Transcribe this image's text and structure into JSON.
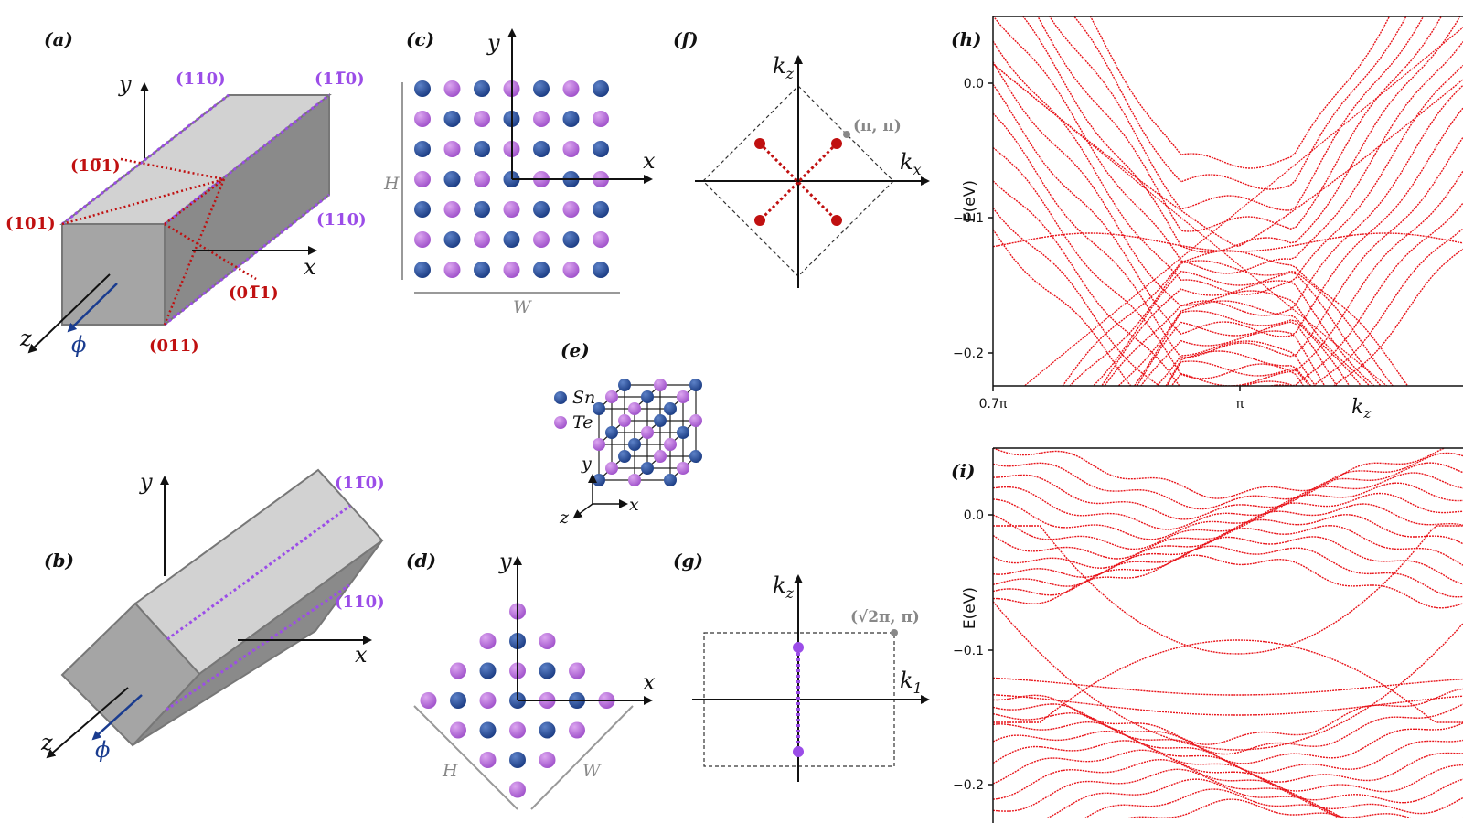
{
  "panels": {
    "a": "(a)",
    "b": "(b)",
    "c": "(c)",
    "d": "(d)",
    "e": "(e)",
    "f": "(f)",
    "g": "(g)",
    "h": "(h)",
    "i": "(i)"
  },
  "panel_a": {
    "axis_y": "y",
    "axis_x": "x",
    "axis_z": "z",
    "flux": "ϕ",
    "facet_101": "(101)",
    "facet_10m1": "(10̅1)",
    "facet_011": "(011)",
    "facet_01m1": "(01̅1)",
    "plane_110_top": "(110)",
    "plane_1m10_top": "(11̅0)",
    "plane_110_right": "(110)"
  },
  "panel_b": {
    "axis_y": "y",
    "axis_x": "x",
    "axis_z": "z",
    "flux": "ϕ",
    "plane_1m10": "(11̅0)",
    "plane_110": "(110)"
  },
  "panel_c": {
    "axis_y": "y",
    "axis_x": "x",
    "height": "H",
    "width": "W"
  },
  "panel_d": {
    "axis_y": "y",
    "axis_x": "x",
    "height": "H",
    "width": "W"
  },
  "panel_e": {
    "legend_sn": "Sn",
    "legend_te": "Te",
    "axis_y": "y",
    "axis_x": "x",
    "axis_z": "z"
  },
  "panel_f": {
    "axis_kz": "kz",
    "axis_kx": "kx",
    "corner": "(π, π)"
  },
  "panel_g": {
    "axis_kz": "kz",
    "axis_k1": "k1",
    "corner": "(√2π, π)"
  },
  "panel_h": {
    "ylabel": "E(eV)",
    "yticks": [
      "0.0",
      "−0.1",
      "−0.2"
    ],
    "xticks": [
      "0.7π",
      "π"
    ],
    "xlabel": "kz"
  },
  "panel_i": {
    "ylabel": "E(eV)",
    "yticks": [
      "0.0",
      "−0.1",
      "−0.2"
    ]
  },
  "colors": {
    "sn": "#2a4f9a",
    "te": "#b66ad8",
    "band": "#e8141a",
    "facet_red": "#c01010",
    "plane_purple": "#9b4de8"
  }
}
